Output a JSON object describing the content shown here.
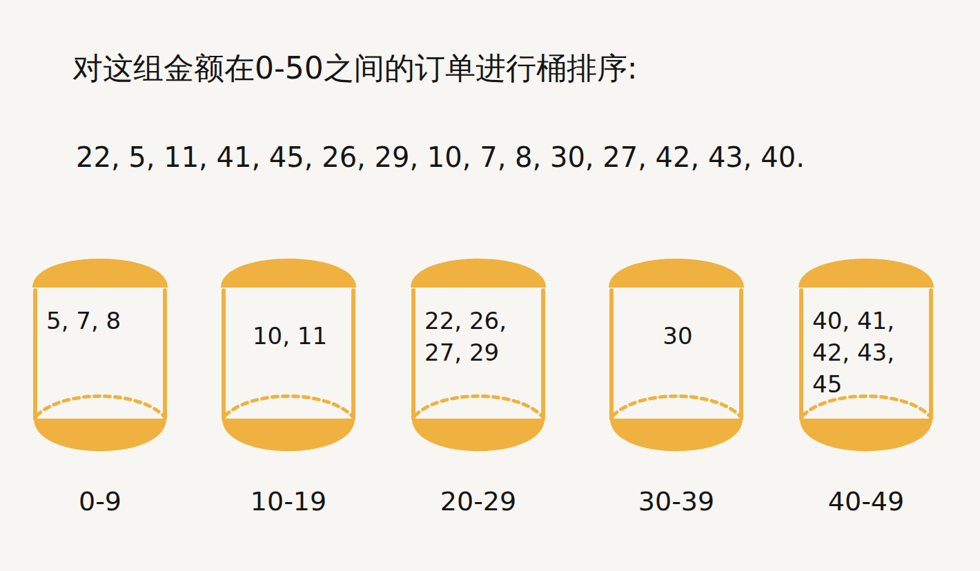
{
  "diagram": {
    "title": "对这组金额在0-50之间的订单进行桶排序:",
    "nodes": [
      {
        "text": [
          "5, 7, 8",
          "0-9"
        ]
      },
      {
        "text": [
          "10, 11",
          "10-19"
        ]
      },
      {
        "text": [
          "22, 26, 27, 29",
          "20-29"
        ]
      },
      {
        "text": [
          "30",
          "30-39"
        ]
      },
      {
        "text": [
          "40, 41, 42, 43, 45",
          "40-49"
        ]
      }
    ],
    "labels": [
      "22, 5, 11, 41, 45, 26, 29, 10, 7, 8, 30, 27, 42, 43, 40."
    ]
  }
}
